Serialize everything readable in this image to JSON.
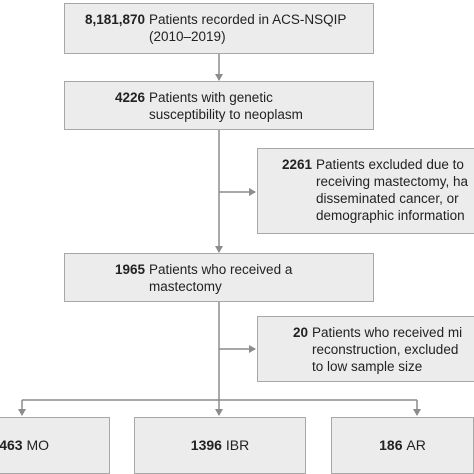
{
  "boxes": {
    "recorded": {
      "count": "8,181,870",
      "text": "Patients recorded in ACS-NSQIP\n(2010–2019)"
    },
    "genetic": {
      "count": "4226",
      "text": "Patients with genetic\nsusceptibility to neoplasm"
    },
    "excluded1": {
      "count": "2261",
      "text": "Patients excluded due to\nreceiving mastectomy, ha\ndisseminated cancer, or\ndemographic information"
    },
    "mastectomy": {
      "count": "1965",
      "text": "Patients who received a\nmastectomy"
    },
    "excluded2": {
      "count": "20",
      "text": "Patients who received mi\nreconstruction, excluded\nto low sample size"
    }
  },
  "outcomes": [
    {
      "count": "463",
      "label": "MO"
    },
    {
      "count": "1396",
      "label": "IBR"
    },
    {
      "count": "186",
      "label": "AR"
    }
  ]
}
